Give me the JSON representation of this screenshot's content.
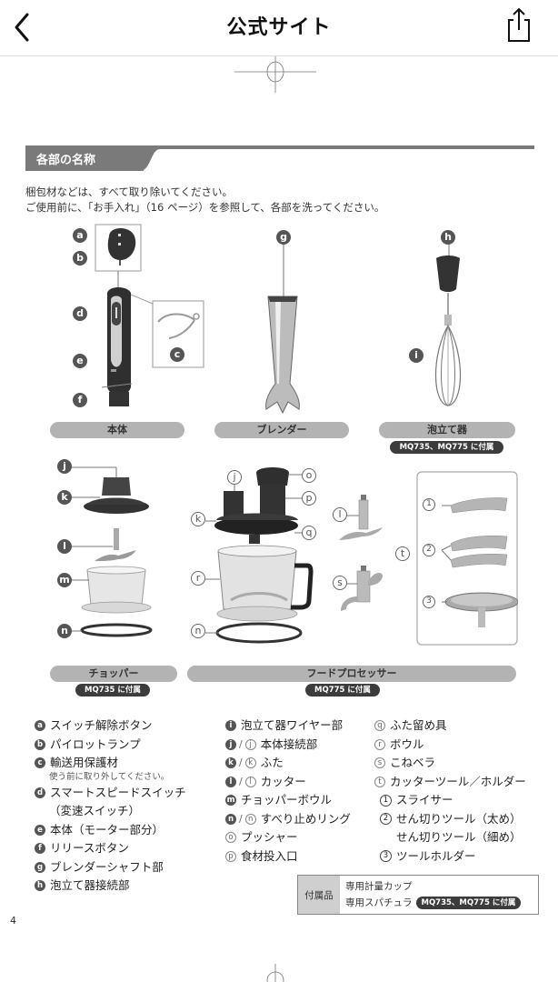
{
  "navbar": {
    "title": "公式サイト",
    "back_icon": "chevron-left-icon",
    "share_icon": "share-icon"
  },
  "section": {
    "title": "各部の名称"
  },
  "intro": {
    "line1": "梱包材などは、すべて取り除いてください。",
    "line2": "ご使用前に、「お手入れ」（16 ページ）を参照して、各部を洗ってください。"
  },
  "captions": {
    "body": "本体",
    "blender": "ブレンダー",
    "whisk": "泡立て器",
    "whisk_tag": "MQ735、MQ775 に付属",
    "chopper": "チョッパー",
    "chopper_tag": "MQ735 に付属",
    "food_processor": "フードプロセッサー",
    "food_processor_tag": "MQ775 に付属"
  },
  "callouts": {
    "a": "a",
    "b": "b",
    "c": "c",
    "d": "d",
    "e": "e",
    "f": "f",
    "g": "g",
    "h": "h",
    "i": "i",
    "j": "j",
    "k": "k",
    "l": "l",
    "m": "m",
    "n": "n",
    "o": "o",
    "p": "p",
    "q": "q",
    "r": "r",
    "s": "s",
    "t": "t",
    "one": "1",
    "two": "2",
    "three": "3"
  },
  "legend": {
    "col1": [
      {
        "key": "a",
        "label": "スイッチ解除ボタン"
      },
      {
        "key": "b",
        "label": "パイロットランプ"
      },
      {
        "key": "c",
        "label": "輸送用保護材",
        "note": "使う前に取り外してください。"
      },
      {
        "key": "d",
        "label": "スマートスピードスイッチ",
        "cont": "（変速スイッチ）"
      },
      {
        "key": "e",
        "label": "本体（モーター部分）"
      },
      {
        "key": "f",
        "label": "リリースボタン"
      },
      {
        "key": "g",
        "label": "ブレンダーシャフト部"
      },
      {
        "key": "h",
        "label": "泡立て器接続部"
      }
    ],
    "col2": [
      {
        "key": "i",
        "label": "泡立て器ワイヤー部"
      },
      {
        "key": "j",
        "alt": "j",
        "label": "本体接続部"
      },
      {
        "key": "k",
        "alt": "k",
        "label": "ふた"
      },
      {
        "key": "l",
        "alt": "l",
        "label": "カッター"
      },
      {
        "key": "m",
        "label": "チョッパーボウル"
      },
      {
        "key": "n",
        "alt": "n",
        "label": "すべり止めリング"
      },
      {
        "key": "o",
        "label": "プッシャー",
        "outline": true
      },
      {
        "key": "p",
        "label": "食材投入口",
        "outline": true
      }
    ],
    "col3": [
      {
        "key": "q",
        "label": "ふた留め具",
        "outline": true
      },
      {
        "key": "r",
        "label": "ボウル",
        "outline": true
      },
      {
        "key": "s",
        "label": "こねベラ",
        "outline": true
      },
      {
        "key": "t",
        "label": "カッターツール／ホルダー",
        "outline": true
      },
      {
        "num": "1",
        "label": "スライサー"
      },
      {
        "num": "2",
        "label": "せん切りツール（太め）"
      },
      {
        "label": "せん切りツール（細め）"
      },
      {
        "num": "3",
        "label": "ツールホルダー"
      }
    ]
  },
  "accessories": {
    "label": "付属品",
    "item1": "専用計量カップ",
    "item2": "専用スパチュラ",
    "item2_tag": "MQ735、MQ775 に付属"
  },
  "page_number": "4"
}
